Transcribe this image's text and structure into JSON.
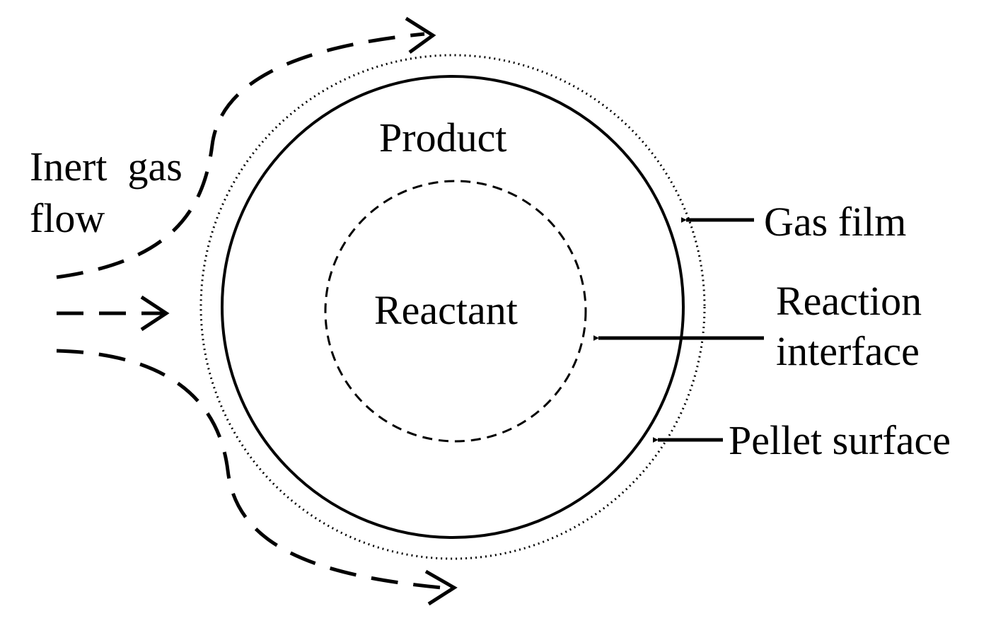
{
  "labels": {
    "product": "Product",
    "reactant": "Reactant",
    "inert_gas_flow_line1": "Inert  gas",
    "inert_gas_flow_line2": "flow",
    "gas_film": "Gas film",
    "reaction_interface_line1": "Reaction",
    "reaction_interface_line2": "interface",
    "pellet_surface": "Pellet surface"
  },
  "colors": {
    "line": "#000000",
    "background": "#ffffff"
  }
}
